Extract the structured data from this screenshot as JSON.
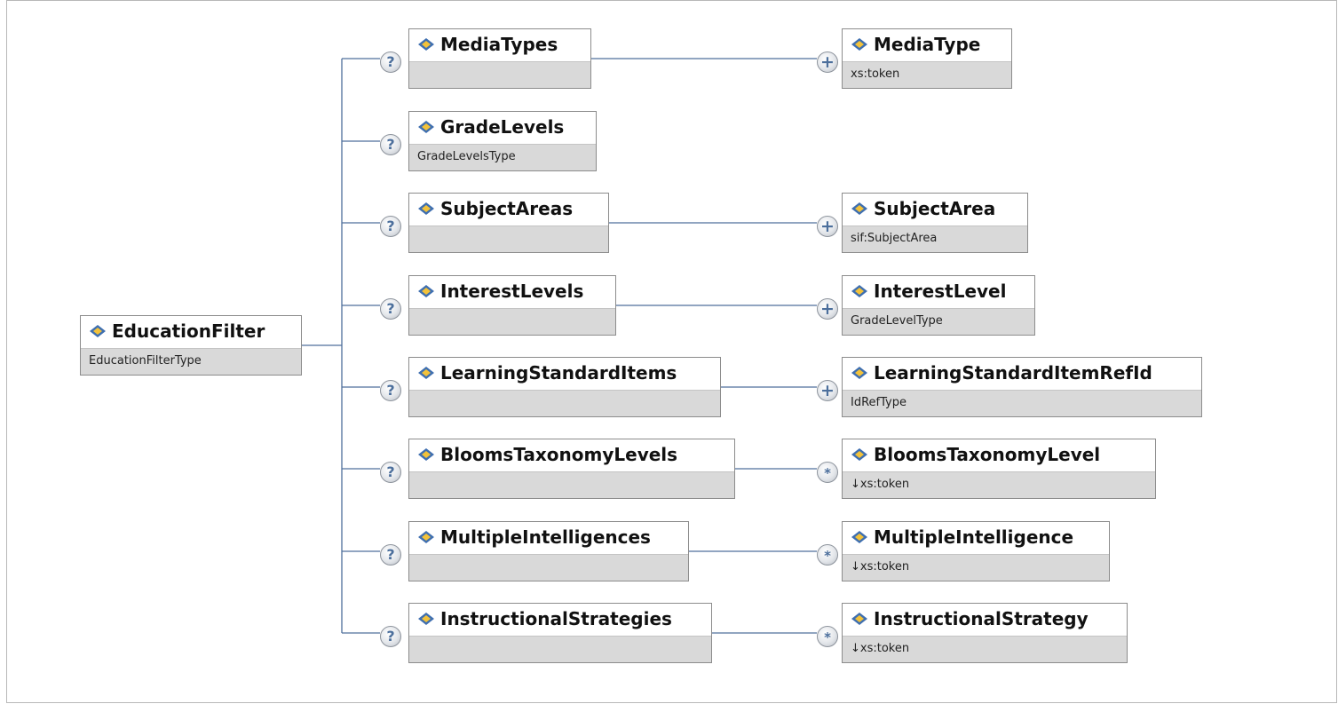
{
  "root": {
    "name": "EducationFilter",
    "type": "EducationFilterType"
  },
  "icon": "element-diamond-icon",
  "badges": {
    "optional": "?",
    "one_or_more": "+",
    "zero_or_more": "*"
  },
  "children": [
    {
      "name": "MediaTypes",
      "type": "",
      "child": {
        "name": "MediaType",
        "type": "xs:token",
        "occurs": "+"
      }
    },
    {
      "name": "GradeLevels",
      "type": "GradeLevelsType"
    },
    {
      "name": "SubjectAreas",
      "type": "",
      "child": {
        "name": "SubjectArea",
        "type": "sif:SubjectArea",
        "occurs": "+"
      }
    },
    {
      "name": "InterestLevels",
      "type": "",
      "child": {
        "name": "InterestLevel",
        "type": "GradeLevelType",
        "occurs": "+"
      }
    },
    {
      "name": "LearningStandardItems",
      "type": "",
      "child": {
        "name": "LearningStandardItemRefId",
        "type": "IdRefType",
        "occurs": "+"
      }
    },
    {
      "name": "BloomsTaxonomyLevels",
      "type": "",
      "child": {
        "name": "BloomsTaxonomyLevel",
        "type": "↓xs:token",
        "occurs": "*"
      }
    },
    {
      "name": "MultipleIntelligences",
      "type": "",
      "child": {
        "name": "MultipleIntelligence",
        "type": "↓xs:token",
        "occurs": "*"
      }
    },
    {
      "name": "InstructionalStrategies",
      "type": "",
      "child": {
        "name": "InstructionalStrategy",
        "type": "↓xs:token",
        "occurs": "*"
      }
    }
  ],
  "colors": {
    "connector": "#4f6f9c",
    "box_border": "#8c8c8c",
    "type_band": "#d9d9d9",
    "badge_text": "#4c6f9c"
  }
}
